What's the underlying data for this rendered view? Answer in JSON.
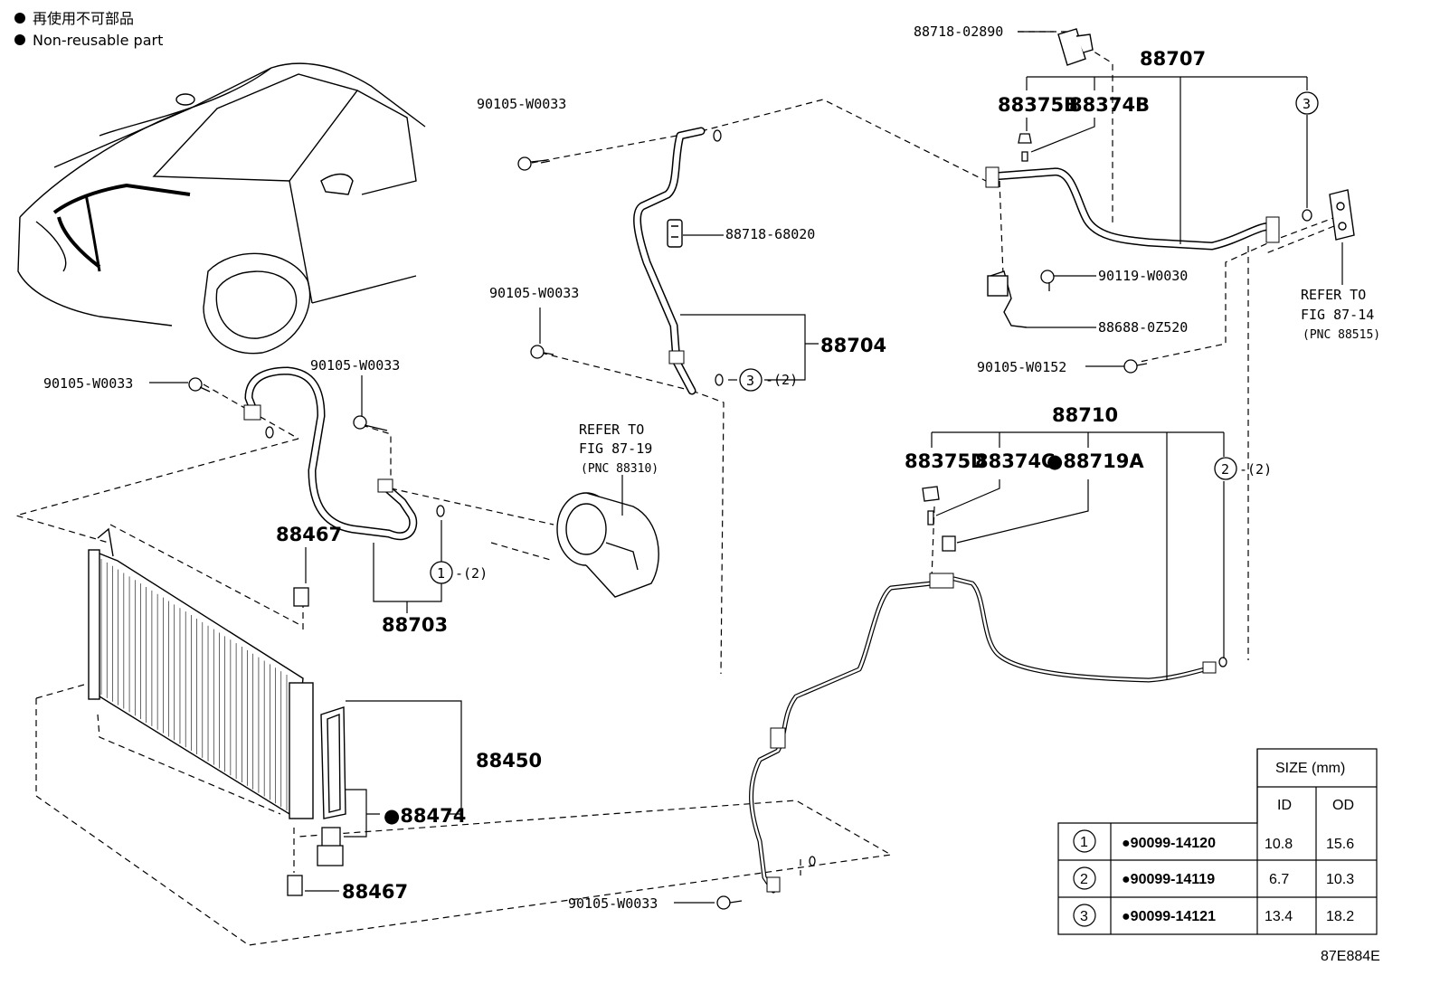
{
  "legend": {
    "japanese": "再使用不可部品",
    "english": "Non-reusable part",
    "bullet": "●"
  },
  "labels": {
    "p88718_02890": "88718-02890",
    "p88707": "88707",
    "p88375B": "88375B",
    "p88374B": "88374B",
    "p90119_W0030": "90119-W0030",
    "p88688_0Z520": "88688-0Z520",
    "p90105_W0152": "90105-W0152",
    "refer_87_14_a": "REFER TO",
    "refer_87_14_b": "FIG 87-14",
    "refer_87_14_c": "(PNC 88515)",
    "p90105_W0033_top": "90105-W0033",
    "p88718_68020": "88718-68020",
    "p90105_W0033_mid": "90105-W0033",
    "p88704": "88704",
    "ring3_suffix": "-(2)",
    "p90105_W0033_left": "90105-W0033",
    "p90105_W0033_hose": "90105-W0033",
    "refer_87_19_a": "REFER TO",
    "refer_87_19_b": "FIG 87-19",
    "refer_87_19_c": "(PNC 88310)",
    "p88467_top": "88467",
    "ring1_suffix": "-(2)",
    "p88703": "88703",
    "p88710": "88710",
    "p88375D": "88375D",
    "p88374C": "88374C",
    "p88719A": "●88719A",
    "ring2_suffix": "-(2)",
    "p88450": "88450",
    "p88474": "●88474",
    "p88467_bot": "88467",
    "p90105_W0033_bot": "90105-W0033",
    "ring_1": "1",
    "ring_2": "2",
    "ring_3": "3",
    "figure_code": "87E884E"
  },
  "size_table": {
    "header": "SIZE (mm)",
    "col_id": "ID",
    "col_od": "OD",
    "rows": [
      {
        "ring": "1",
        "part": "●90099-14120",
        "id": "10.8",
        "od": "15.6"
      },
      {
        "ring": "2",
        "part": "●90099-14119",
        "id": "6.7",
        "od": "10.3"
      },
      {
        "ring": "3",
        "part": "●90099-14121",
        "id": "13.4",
        "od": "18.2"
      }
    ]
  }
}
